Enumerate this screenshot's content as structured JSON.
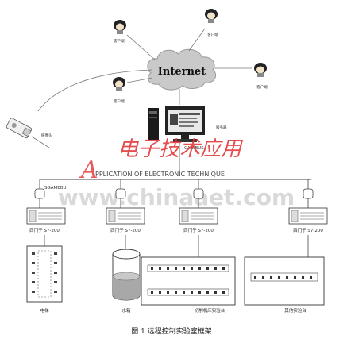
{
  "cloud": {
    "label": "Internet"
  },
  "clients": [
    {
      "label": "客户端"
    },
    {
      "label": "客户端"
    },
    {
      "label": "客户端"
    },
    {
      "label": "客户端"
    }
  ],
  "server": {
    "label": "服务器"
  },
  "camera": {
    "label": "摄像头"
  },
  "can_bus": {
    "label": "CAN BUS"
  },
  "com_label": "SGAMEBU",
  "watermark": {
    "zh": "电子技术应用",
    "a_letter": "A",
    "en": "PPLICATION OF ELECTRONIC TECHNIQUE",
    "url": "www.chinaaet.com"
  },
  "plcs": [
    {
      "label": "西门子 S7-200"
    },
    {
      "label": "西门子 S7-200"
    },
    {
      "label": "西门子 S7-200"
    },
    {
      "label": "西门子 S7-200"
    }
  ],
  "devices": [
    {
      "label": "电梯"
    },
    {
      "label": "水箱"
    },
    {
      "label": "切削机床实验台"
    },
    {
      "label": "其他实验台"
    }
  ],
  "caption": "图 1   远程控制实验室框架"
}
